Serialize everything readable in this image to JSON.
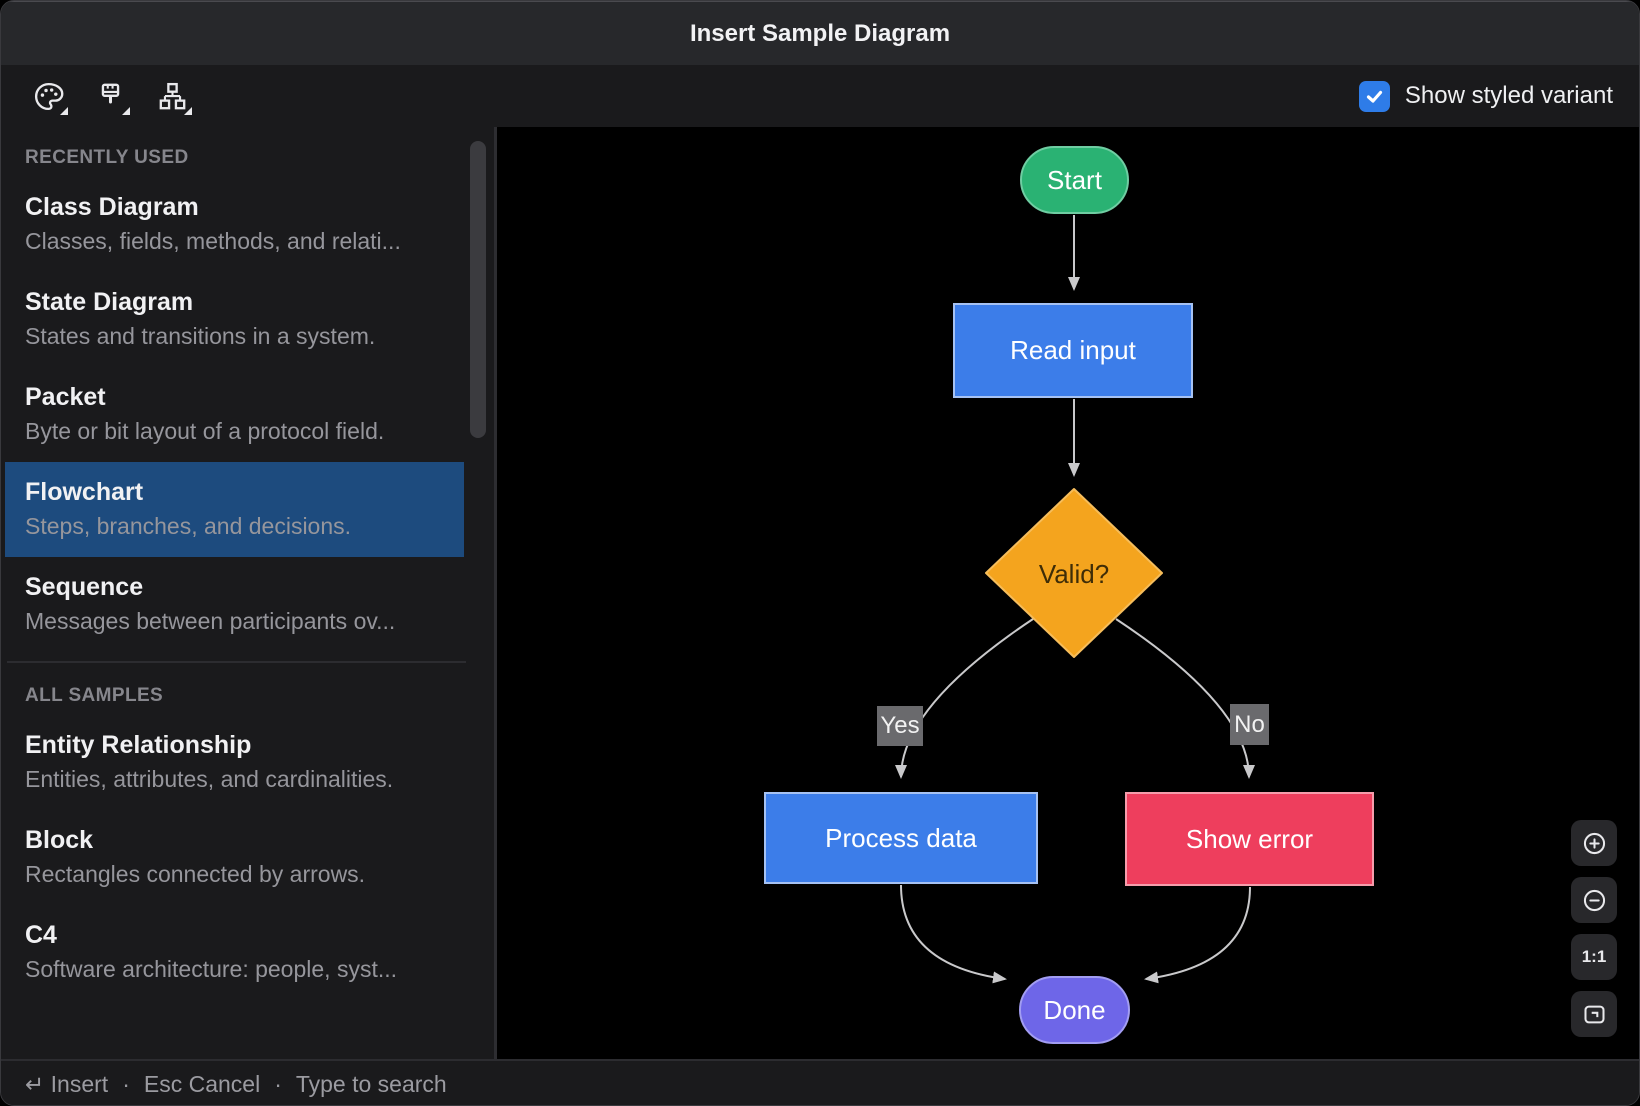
{
  "dialog": {
    "title": "Insert Sample Diagram"
  },
  "toolbar": {
    "icons": [
      "palette",
      "brush",
      "hierarchy"
    ],
    "checkbox": {
      "label": "Show styled variant",
      "checked": true,
      "color": "#2e7ce8"
    }
  },
  "sidebar": {
    "sections": [
      {
        "header": "RECENTLY USED",
        "items": [
          {
            "title": "Class Diagram",
            "desc": "Classes, fields, methods, and relati...",
            "selected": false
          },
          {
            "title": "State Diagram",
            "desc": "States and transitions in a system.",
            "selected": false
          },
          {
            "title": "Packet",
            "desc": "Byte or bit layout of a protocol field.",
            "selected": false
          },
          {
            "title": "Flowchart",
            "desc": "Steps, branches, and decisions.",
            "selected": true
          },
          {
            "title": "Sequence",
            "desc": "Messages between participants ov...",
            "selected": false
          }
        ]
      },
      {
        "header": "ALL SAMPLES",
        "items": [
          {
            "title": "Entity Relationship",
            "desc": "Entities, attributes, and cardinalities."
          },
          {
            "title": "Block",
            "desc": "Rectangles connected by arrows."
          },
          {
            "title": "C4",
            "desc": "Software architecture: people, syst..."
          }
        ]
      }
    ],
    "selected_bg": "#1d4b7e"
  },
  "preview": {
    "nodes": {
      "start": {
        "label": "Start",
        "color": "#2ab273"
      },
      "read": {
        "label": "Read input",
        "color": "#3c7de9"
      },
      "valid": {
        "label": "Valid?",
        "color": "#f4a41e"
      },
      "process": {
        "label": "Process data",
        "color": "#3c7de9"
      },
      "error": {
        "label": "Show error",
        "color": "#ee3e5d"
      },
      "done": {
        "label": "Done",
        "color": "#6e66e8"
      }
    },
    "edge_labels": {
      "yes": "Yes",
      "no": "No"
    },
    "edge_color": "#c9c9cb",
    "zoom_controls": {
      "zoom_in": "zoom-in",
      "zoom_out": "zoom-out",
      "actual_size": "1:1",
      "fit": "fit-to-screen"
    }
  },
  "footer": {
    "insert": "↵ Insert",
    "separator": "·",
    "cancel": "Esc Cancel",
    "search_hint": "Type to search"
  }
}
